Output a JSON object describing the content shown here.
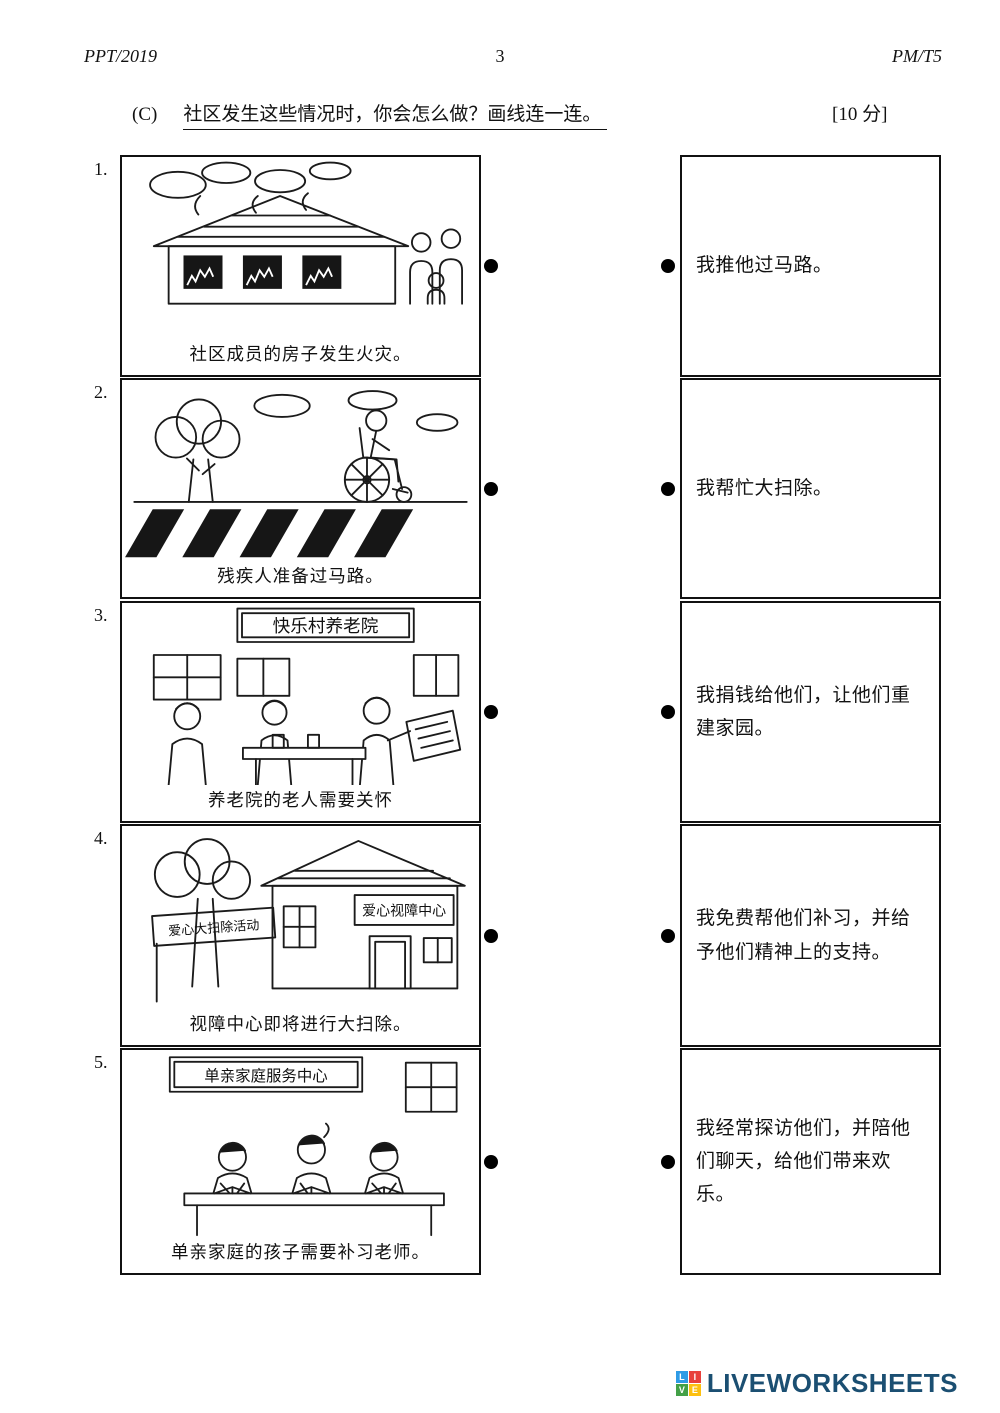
{
  "header": {
    "left": "PPT/2019",
    "page_number": "3",
    "right": "PM/T5"
  },
  "question": {
    "label": "(C)",
    "text": "社区发生这些情况时，你会怎么做？画线连一连。",
    "marks": "[10 分]"
  },
  "left_items": [
    {
      "number": "1.",
      "caption": "社区成员的房子发生火灾。"
    },
    {
      "number": "2.",
      "caption": "残疾人准备过马路。"
    },
    {
      "number": "3.",
      "caption": "养老院的老人需要关怀",
      "sign": "快乐村养老院"
    },
    {
      "number": "4.",
      "caption": "视障中心即将进行大扫除。",
      "sign": "爱心视障中心",
      "banner": "爱心大扫除活动"
    },
    {
      "number": "5.",
      "caption": "单亲家庭的孩子需要补习老师。",
      "sign": "单亲家庭服务中心"
    }
  ],
  "right_items": [
    {
      "text": "我推他过马路。"
    },
    {
      "text": "我帮忙大扫除。"
    },
    {
      "text": "我捐钱给他们，让他们重建家园。"
    },
    {
      "text": "我免费帮他们补习，并给予他们精神上的支持。"
    },
    {
      "text": "我经常探访他们，并陪他们聊天，给他们带来欢乐。"
    }
  ],
  "footer": {
    "brand": "LIVEWORKSHEETS",
    "logo_letters": [
      "L",
      "I",
      "V",
      "E"
    ],
    "brand_color": "#1b4f72",
    "logo_colors": [
      "#2e9be6",
      "#e8413c",
      "#43a047",
      "#fdc010"
    ]
  }
}
